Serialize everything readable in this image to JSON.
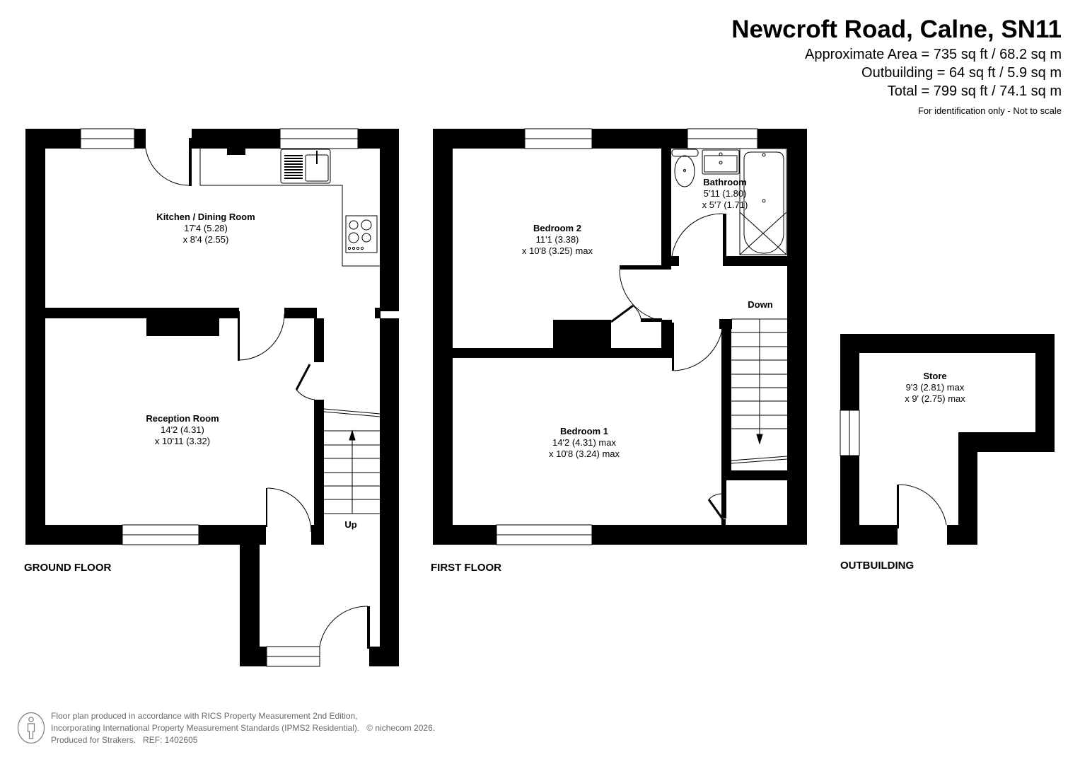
{
  "header": {
    "title": "Newcroft Road, Calne, SN11",
    "approx_area": "Approximate Area = 735 sq ft / 68.2 sq m",
    "outbuilding_area": "Outbuilding = 64 sq ft / 5.9 sq m",
    "total_area": "Total = 799 sq ft / 74.1 sq m",
    "disclaimer": "For identification only - Not to scale"
  },
  "floors": {
    "ground": {
      "label": "GROUND FLOOR",
      "stairs_label": "Up",
      "rooms": [
        {
          "name": "Kitchen / Dining Room",
          "dim1": "17'4 (5.28)",
          "dim2": "x 8'4 (2.55)"
        },
        {
          "name": "Reception Room",
          "dim1": "14'2 (4.31)",
          "dim2": "x 10'11 (3.32)"
        }
      ]
    },
    "first": {
      "label": "FIRST FLOOR",
      "stairs_label": "Down",
      "rooms": [
        {
          "name": "Bedroom 2",
          "dim1": "11'1 (3.38)",
          "dim2": "x 10'8 (3.25) max"
        },
        {
          "name": "Bathroom",
          "dim1": "5'11 (1.80)",
          "dim2": "x 5'7 (1.71)"
        },
        {
          "name": "Bedroom 1",
          "dim1": "14'2 (4.31) max",
          "dim2": "x 10'8 (3.24) max"
        }
      ]
    },
    "outbuilding": {
      "label": "OUTBUILDING",
      "rooms": [
        {
          "name": "Store",
          "dim1": "9'3 (2.81) max",
          "dim2": "x 9' (2.75) max"
        }
      ]
    }
  },
  "footer": {
    "icon": "person-icon",
    "line1": "Floor plan produced in accordance with RICS Property Measurement 2nd Edition,",
    "line2": "Incorporating International Property Measurement Standards (IPMS2 Residential).",
    "copyright": "© nichecom 2026.",
    "line3": "Produced for Strakers.   REF: 1402605"
  },
  "colors": {
    "wall": "#000000",
    "background": "#ffffff",
    "footer_text": "#6a6a6a"
  }
}
